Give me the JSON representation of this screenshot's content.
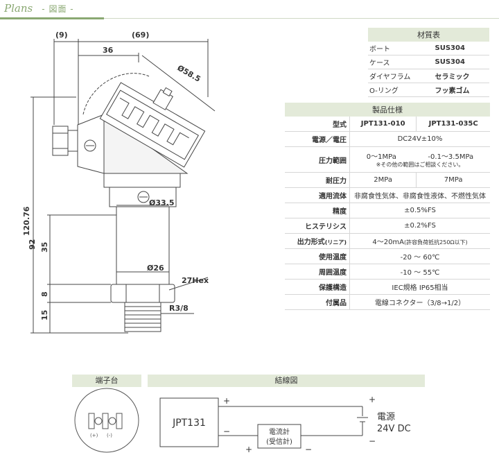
{
  "header": {
    "title": "Plans",
    "subtitle": "- 図面 -"
  },
  "drawing": {
    "dims": {
      "d9": "(9)",
      "d69": "(69)",
      "d36": "36",
      "d58": "Ø58.5",
      "d33": "Ø33.5",
      "d26": "Ø26",
      "hex": "27Hex",
      "r38": "R3/8",
      "d120": "120.76",
      "d92": "92",
      "d35": "35",
      "d8": "8",
      "d15": "15"
    }
  },
  "materials": {
    "title": "材質表",
    "rows": [
      {
        "label": "ボート",
        "value": "SUS304"
      },
      {
        "label": "ケース",
        "value": "SUS304"
      },
      {
        "label": "ダイヤフラム",
        "value": "セラミック"
      },
      {
        "label": "O-リング",
        "value": "フッ素ゴム"
      }
    ]
  },
  "spec": {
    "title": "製品仕様",
    "type_label": "型式",
    "models": [
      "JPT131-010",
      "JPT131-035C"
    ],
    "power_label": "電源／電圧",
    "power_value": "DC24V±10%",
    "range_label": "圧力範囲",
    "range_a": "0～1MPa",
    "range_b": "-0.1～3.5MPa",
    "range_note": "※その他の範囲はご相談ください。",
    "withstand_label": "耐圧力",
    "withstand_a": "2MPa",
    "withstand_b": "7MPa",
    "fluid_label": "適用流体",
    "fluid_value": "非腐食性気体、非腐食性液体、不燃性気体",
    "accuracy_label": "精度",
    "accuracy_value": "±0.5%FS",
    "hysteresis_label": "ヒステリシス",
    "hysteresis_value": "±0.2%FS",
    "output_label": "出力形式",
    "output_label_small": "(リニア)",
    "output_value": "4～20mA",
    "output_value_small": "(許容負荷抵抗250Ω以下)",
    "temp_label": "使用温度",
    "temp_value": "-20 ～ 60℃",
    "ambient_label": "周囲温度",
    "ambient_value": "-10 ～ 55℃",
    "protect_label": "保護構造",
    "protect_value": "IEC規格 IP65相当",
    "acc_label": "付属品",
    "acc_value": "電線コネクター（3/8→1/2）"
  },
  "terminal": {
    "title": "端子台",
    "plus": "(+)",
    "minus": "(-)"
  },
  "wiring": {
    "title": "結線図",
    "device": "JPT131",
    "meter_line1": "電流計",
    "meter_line2": "(受信計)",
    "power_line1": "電源",
    "power_line2": "24V DC",
    "plus": "+",
    "minus": "−"
  }
}
